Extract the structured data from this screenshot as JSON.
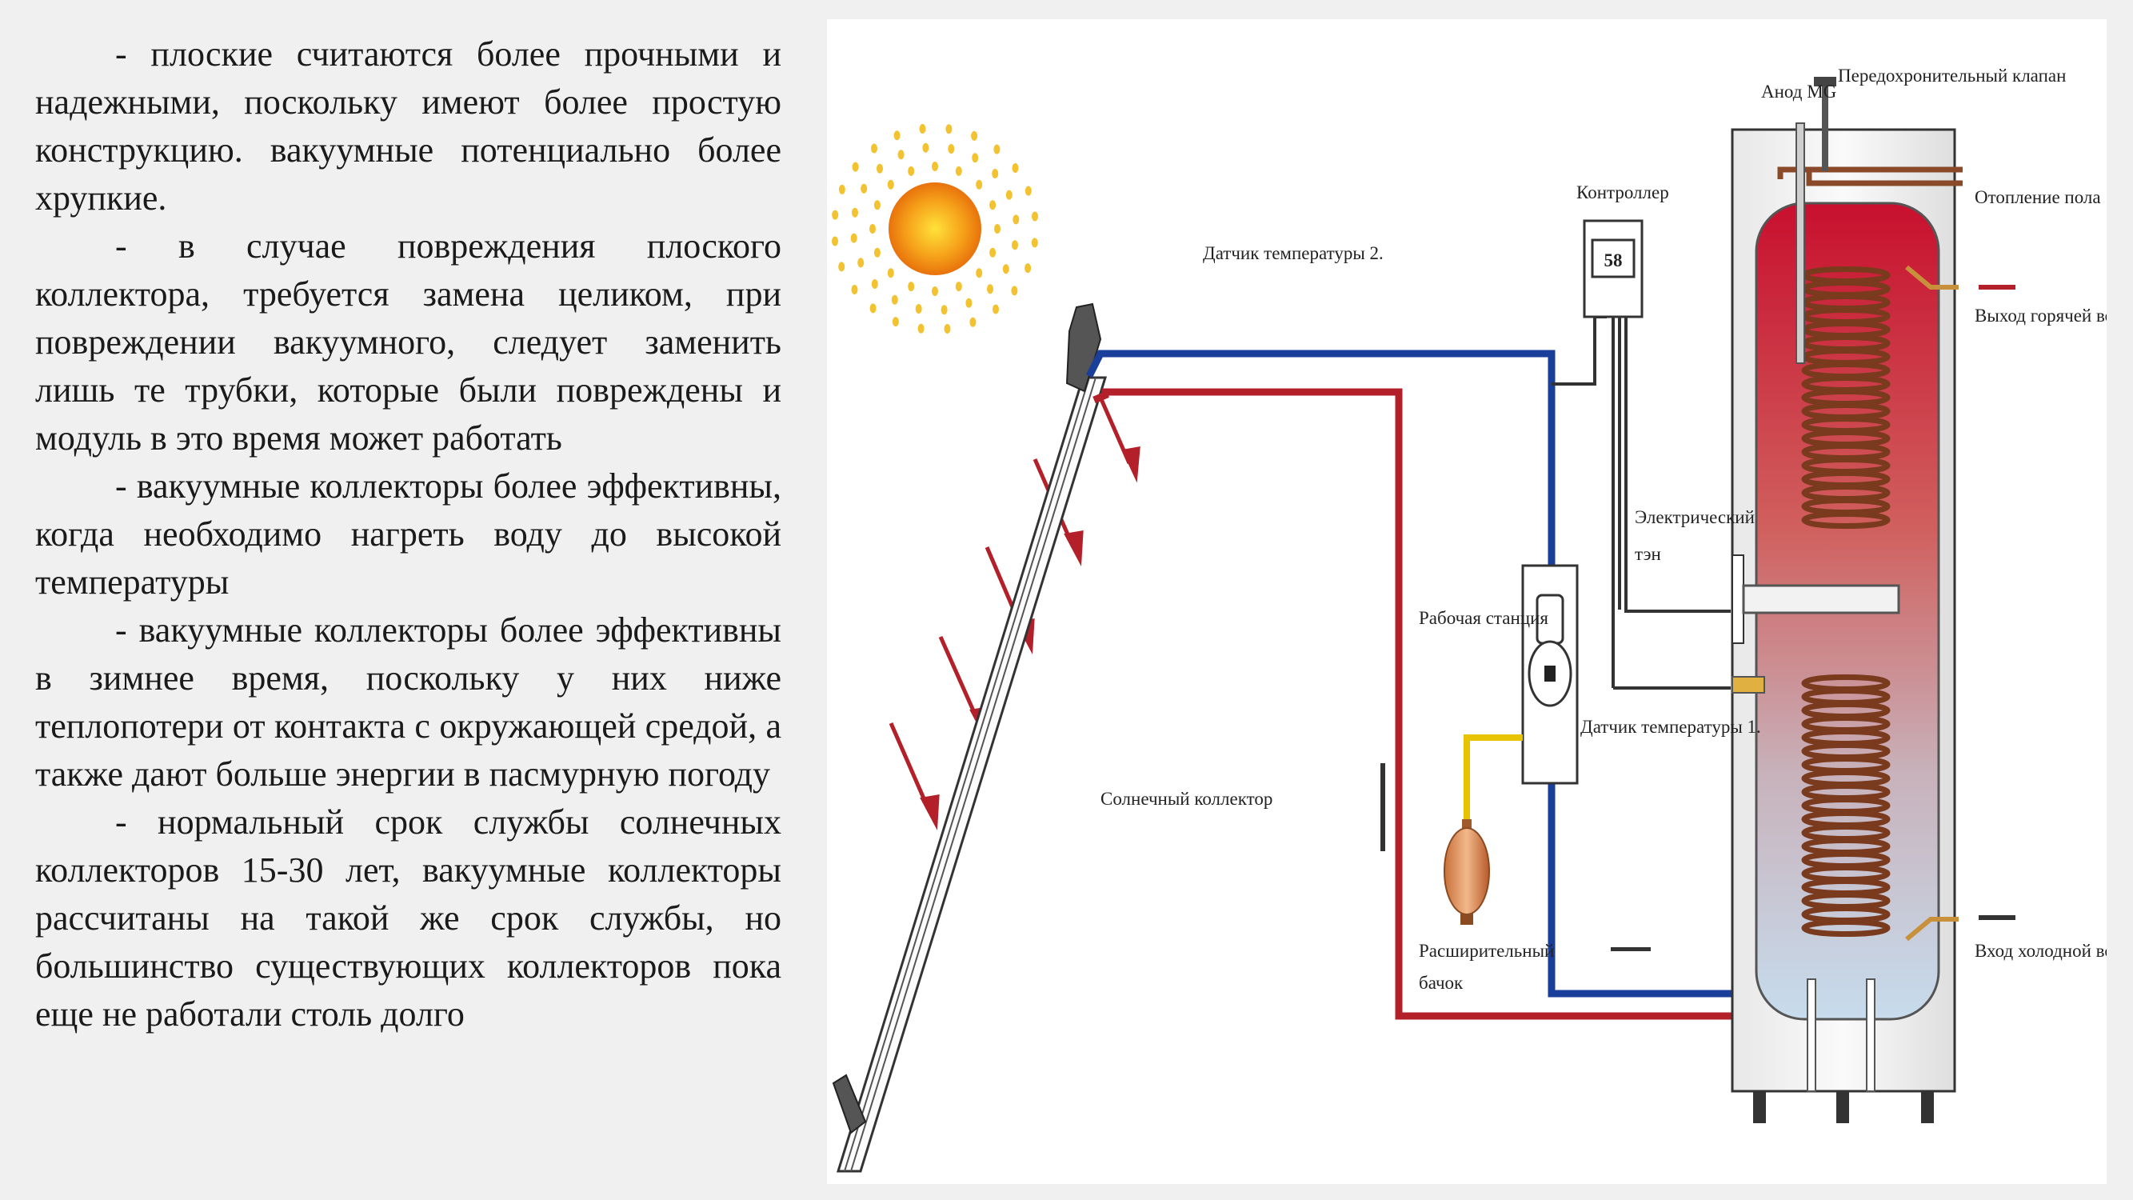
{
  "paragraphs": [
    "- плоские считаются более прочными и надежными, поскольку имеют более простую конструкцию. вакуумные потенциально более хрупкие.",
    "- в случае повреждения плоского коллектора, требуется замена целиком, при повреждении вакуумного, следует заменить лишь те трубки, которые были повреждены и модуль в это время может работать",
    "- вакуумные коллекторы более эффективны, когда необходимо нагреть воду до высокой температуры",
    "- вакуумные коллекторы более эффективны в зимнее время, поскольку у них ниже теплопотери от контакта с окружающей средой, а также дают больше энергии в пасмурную погоду",
    "- нормальный срок службы солнечных коллекторов 15-30 лет, вакуумные коллекторы рассчитаны на такой же срок службы, но большинство существующих коллекторов пока еще не работали столь долго"
  ],
  "diagram": {
    "labels": {
      "anode": "Анод MG",
      "safety_valve": "Передохронительный клапан",
      "controller": "Контроллер",
      "floor_heating": "Отопление пола",
      "temp_sensor_2": "Датчик температуры 2.",
      "hot_water_out": "Выход горячей воды",
      "electric_heater_1": "Электрический",
      "electric_heater_2": "тэн",
      "pump_station": "Рабочая станция",
      "temp_sensor_1": "Датчик температуры 1.",
      "solar_collector": "Солнечный коллектор",
      "expansion_tank_1": "Расширительный",
      "expansion_tank_2": "бачок",
      "cold_water_in": "Вход холодной воды"
    },
    "controller_display": "58",
    "colors": {
      "hot_pipe": "#b3202a",
      "cold_pipe": "#1a3f9a",
      "sun": "#f4a11a",
      "tank_top": "#c8102e",
      "tank_bottom": "#c9dcec",
      "gas_pipe": "#e8c400"
    }
  }
}
